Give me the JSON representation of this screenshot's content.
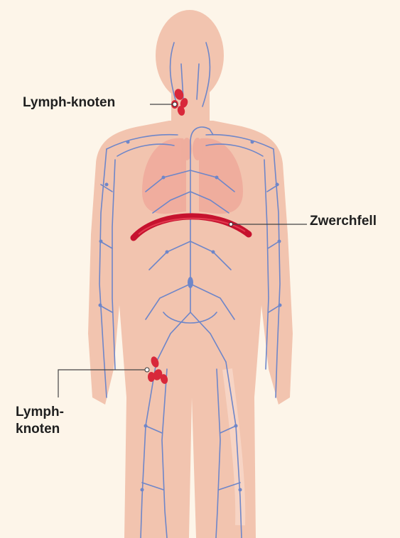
{
  "labels": {
    "neck_node": "Lymph-knoten",
    "diaphragm": "Zwerchfell",
    "groin_node_line1": "Lymph-",
    "groin_node_line2": "knoten"
  },
  "colors": {
    "background": "#fdf5e9",
    "body": "#f2c4af",
    "lungs": "#ee9b8f",
    "vessels": "#6e86c9",
    "diaphragm": "#c6122e",
    "node": "#d8283a",
    "leader": "#444444"
  },
  "icons": {
    "body": "human-body-silhouette",
    "lymph_vessels": "lymphatic-network",
    "lymph_node": "lymph-node-cluster"
  }
}
